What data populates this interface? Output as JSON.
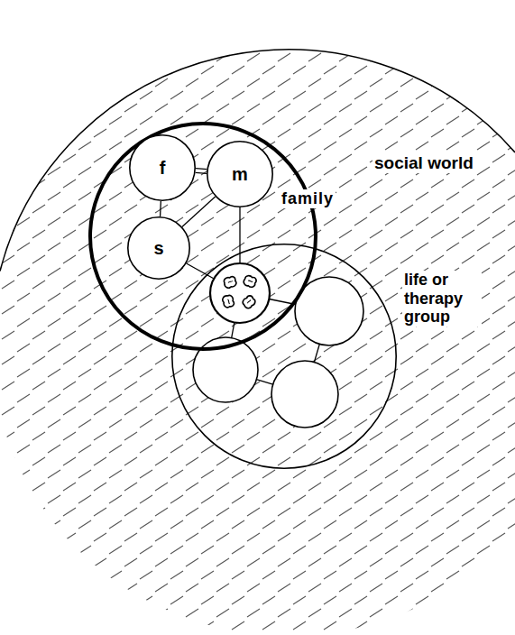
{
  "diagram": {
    "nodes": [
      {
        "text": [
          "social world"
        ]
      },
      {
        "text": [
          "family"
        ],
        "in": 0
      },
      {
        "text": [
          "f"
        ],
        "in": 1
      },
      {
        "text": [
          "m"
        ],
        "in": 1
      },
      {
        "text": [
          "s"
        ],
        "in": 1
      },
      {
        "text": [
          "life or therapy group"
        ],
        "in": 0
      }
    ],
    "edges": [
      {
        "from": 2,
        "to": 3,
        "arrow": "none"
      },
      {
        "from": 2,
        "to": 4,
        "arrow": "none"
      },
      {
        "from": 4,
        "to": 3,
        "arrow": "none"
      }
    ]
  }
}
